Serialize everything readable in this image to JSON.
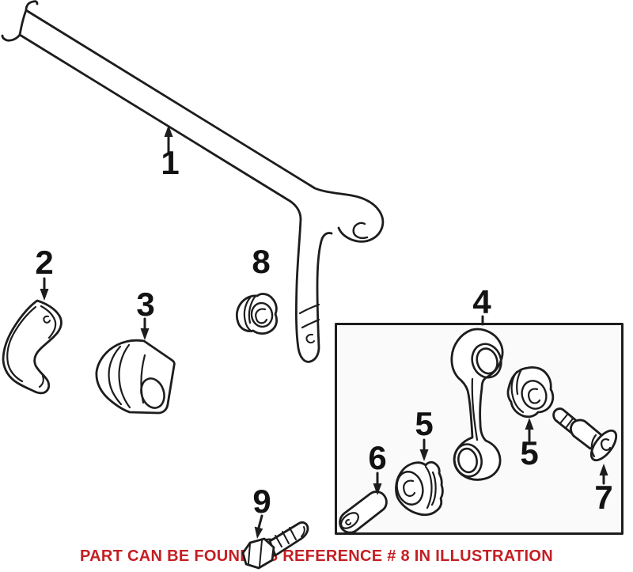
{
  "diagram": {
    "callouts": [
      {
        "number": "1",
        "target": "stabilizer-bar"
      },
      {
        "number": "2",
        "target": "clamp-bracket"
      },
      {
        "number": "3",
        "target": "stabilizer-bushing"
      },
      {
        "number": "4",
        "target": "link-assembly-box"
      },
      {
        "number": "5",
        "target": "link-bushing-lower"
      },
      {
        "number": "5",
        "target": "link-bushing-upper"
      },
      {
        "number": "6",
        "target": "spacer-sleeve"
      },
      {
        "number": "7",
        "target": "link-pin-bolt"
      },
      {
        "number": "8",
        "target": "grommet"
      },
      {
        "number": "9",
        "target": "mount-bolt"
      }
    ],
    "caption": {
      "text": "PART CAN BE FOUND AS REFERENCE # 8 IN ILLUSTRATION",
      "color": "#c41f24"
    },
    "colors": {
      "line": "#1d1d1d",
      "inset_box_fill": "#fafafa",
      "background": "#ffffff"
    }
  }
}
